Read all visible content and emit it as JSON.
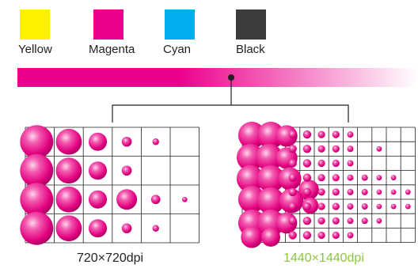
{
  "legend": [
    {
      "label": "Yellow",
      "color": "#fff200"
    },
    {
      "label": "Magenta",
      "color": "#ec008c"
    },
    {
      "label": "Cyan",
      "color": "#00aeef"
    },
    {
      "label": "Black",
      "color": "#3c3c3c"
    }
  ],
  "gradient": {
    "from": "#ec008c",
    "to": "#ffffff"
  },
  "panels": [
    {
      "caption": "720×720dpi",
      "caption_color": "#231f20",
      "dot_size_fractions": [
        1,
        0.78,
        0.55,
        0.3,
        0.2,
        0.15
      ]
    },
    {
      "caption": "1440×1440dpi",
      "caption_color": "#8dc63f",
      "dot_size_fractions": [
        1,
        0.78,
        0.55,
        0.4,
        0.3,
        0.22
      ]
    }
  ]
}
